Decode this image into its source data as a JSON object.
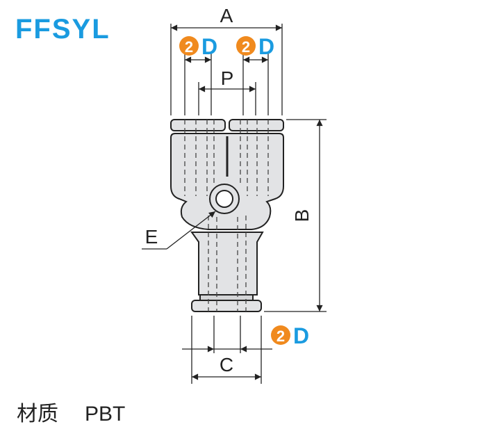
{
  "title": "FFSYL",
  "dimensions": {
    "A": "A",
    "P": "P",
    "B": "B",
    "C": "C",
    "E": "E"
  },
  "tube_labels": {
    "top_left": {
      "badge": "2",
      "letter": "D"
    },
    "top_right": {
      "badge": "2",
      "letter": "D"
    },
    "bottom": {
      "badge": "2",
      "letter": "D"
    }
  },
  "material": {
    "label": "材质",
    "value": "PBT"
  },
  "colors": {
    "title": "#1a9be0",
    "badge_fill": "#f08a1e",
    "badge_text": "#ffffff",
    "tube_letter": "#1a9be0",
    "body_fill": "#e2e3e5",
    "line": "#222222"
  }
}
